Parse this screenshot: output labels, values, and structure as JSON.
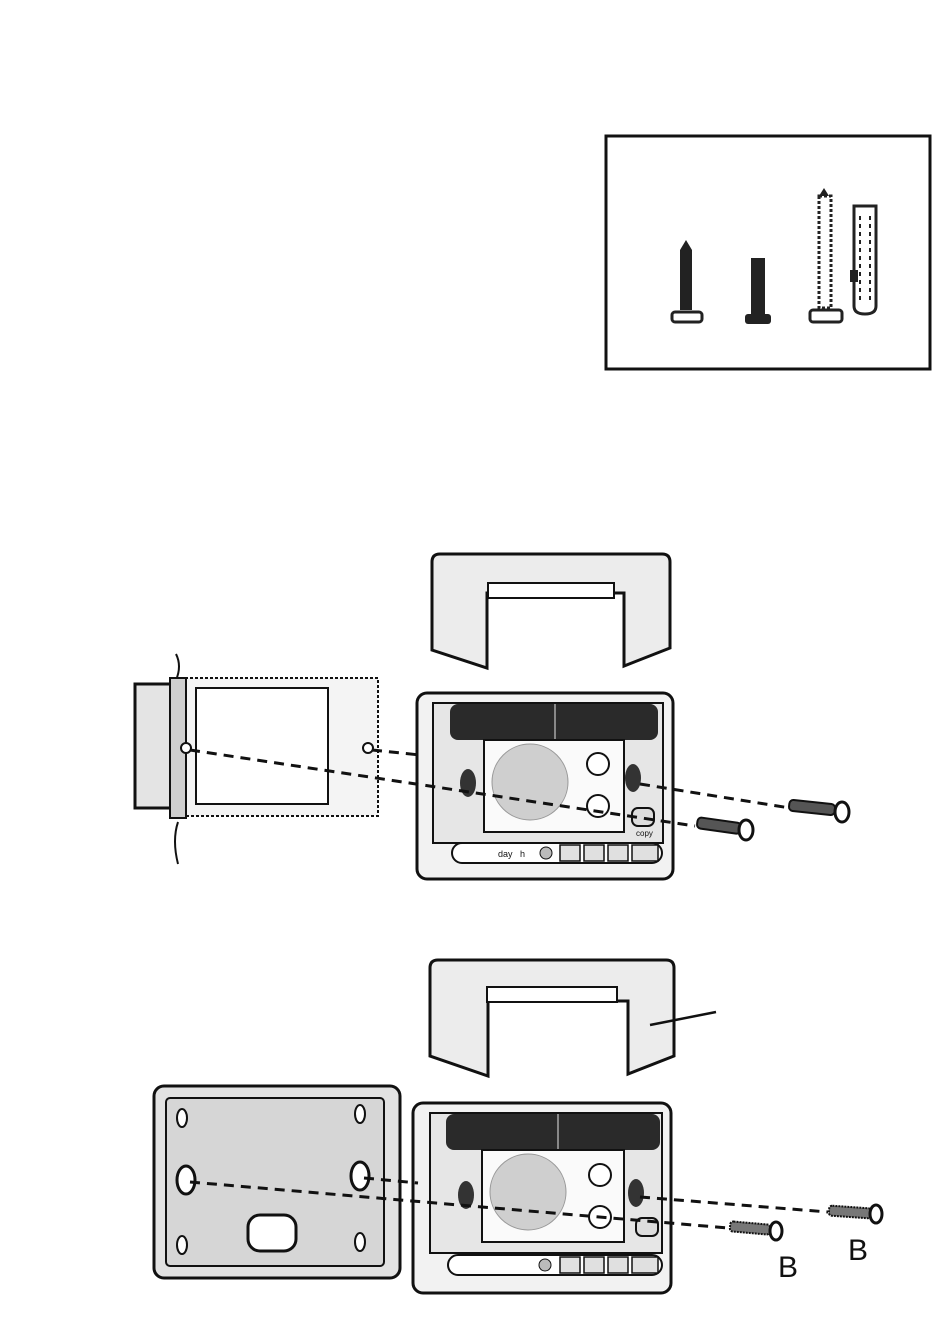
{
  "lower_assembly": {
    "screw_labels": [
      "B",
      "B"
    ]
  },
  "upper_assembly": {
    "mode_labels": [
      "day",
      "h",
      "copy"
    ]
  },
  "colors": {
    "ink": "#111111",
    "panel_gray": "#d9d9d9",
    "battery": "#2a2a2a",
    "dial": "#cfcfcf"
  }
}
